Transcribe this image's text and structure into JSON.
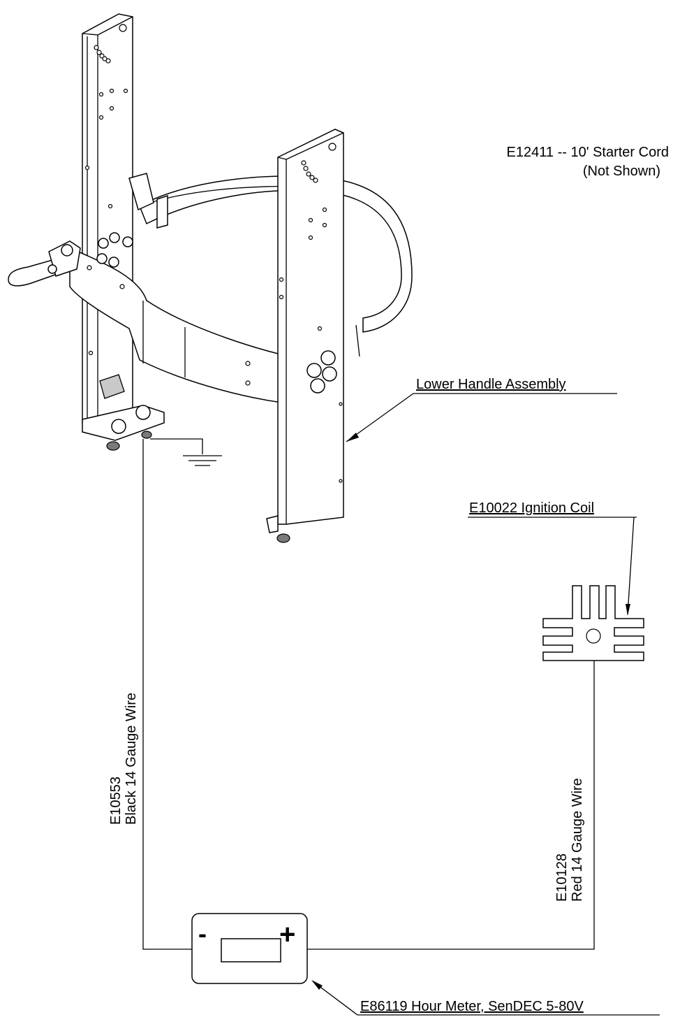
{
  "labels": {
    "starter_cord_line1": "E12411 -- 10' Starter Cord",
    "starter_cord_line2": "(Not Shown)",
    "lower_handle": "Lower Handle Assembly",
    "ignition_coil": "E10022 Ignition Coil",
    "black_wire_line1": "E10553",
    "black_wire_line2": "Black 14 Gauge Wire",
    "red_wire_line1": "E10128",
    "red_wire_line2": "Red 14 Gauge Wire",
    "hour_meter": "E86119 Hour Meter, SenDEC 5-80V"
  },
  "hour_meter_symbols": {
    "minus": "-",
    "plus": "+"
  }
}
